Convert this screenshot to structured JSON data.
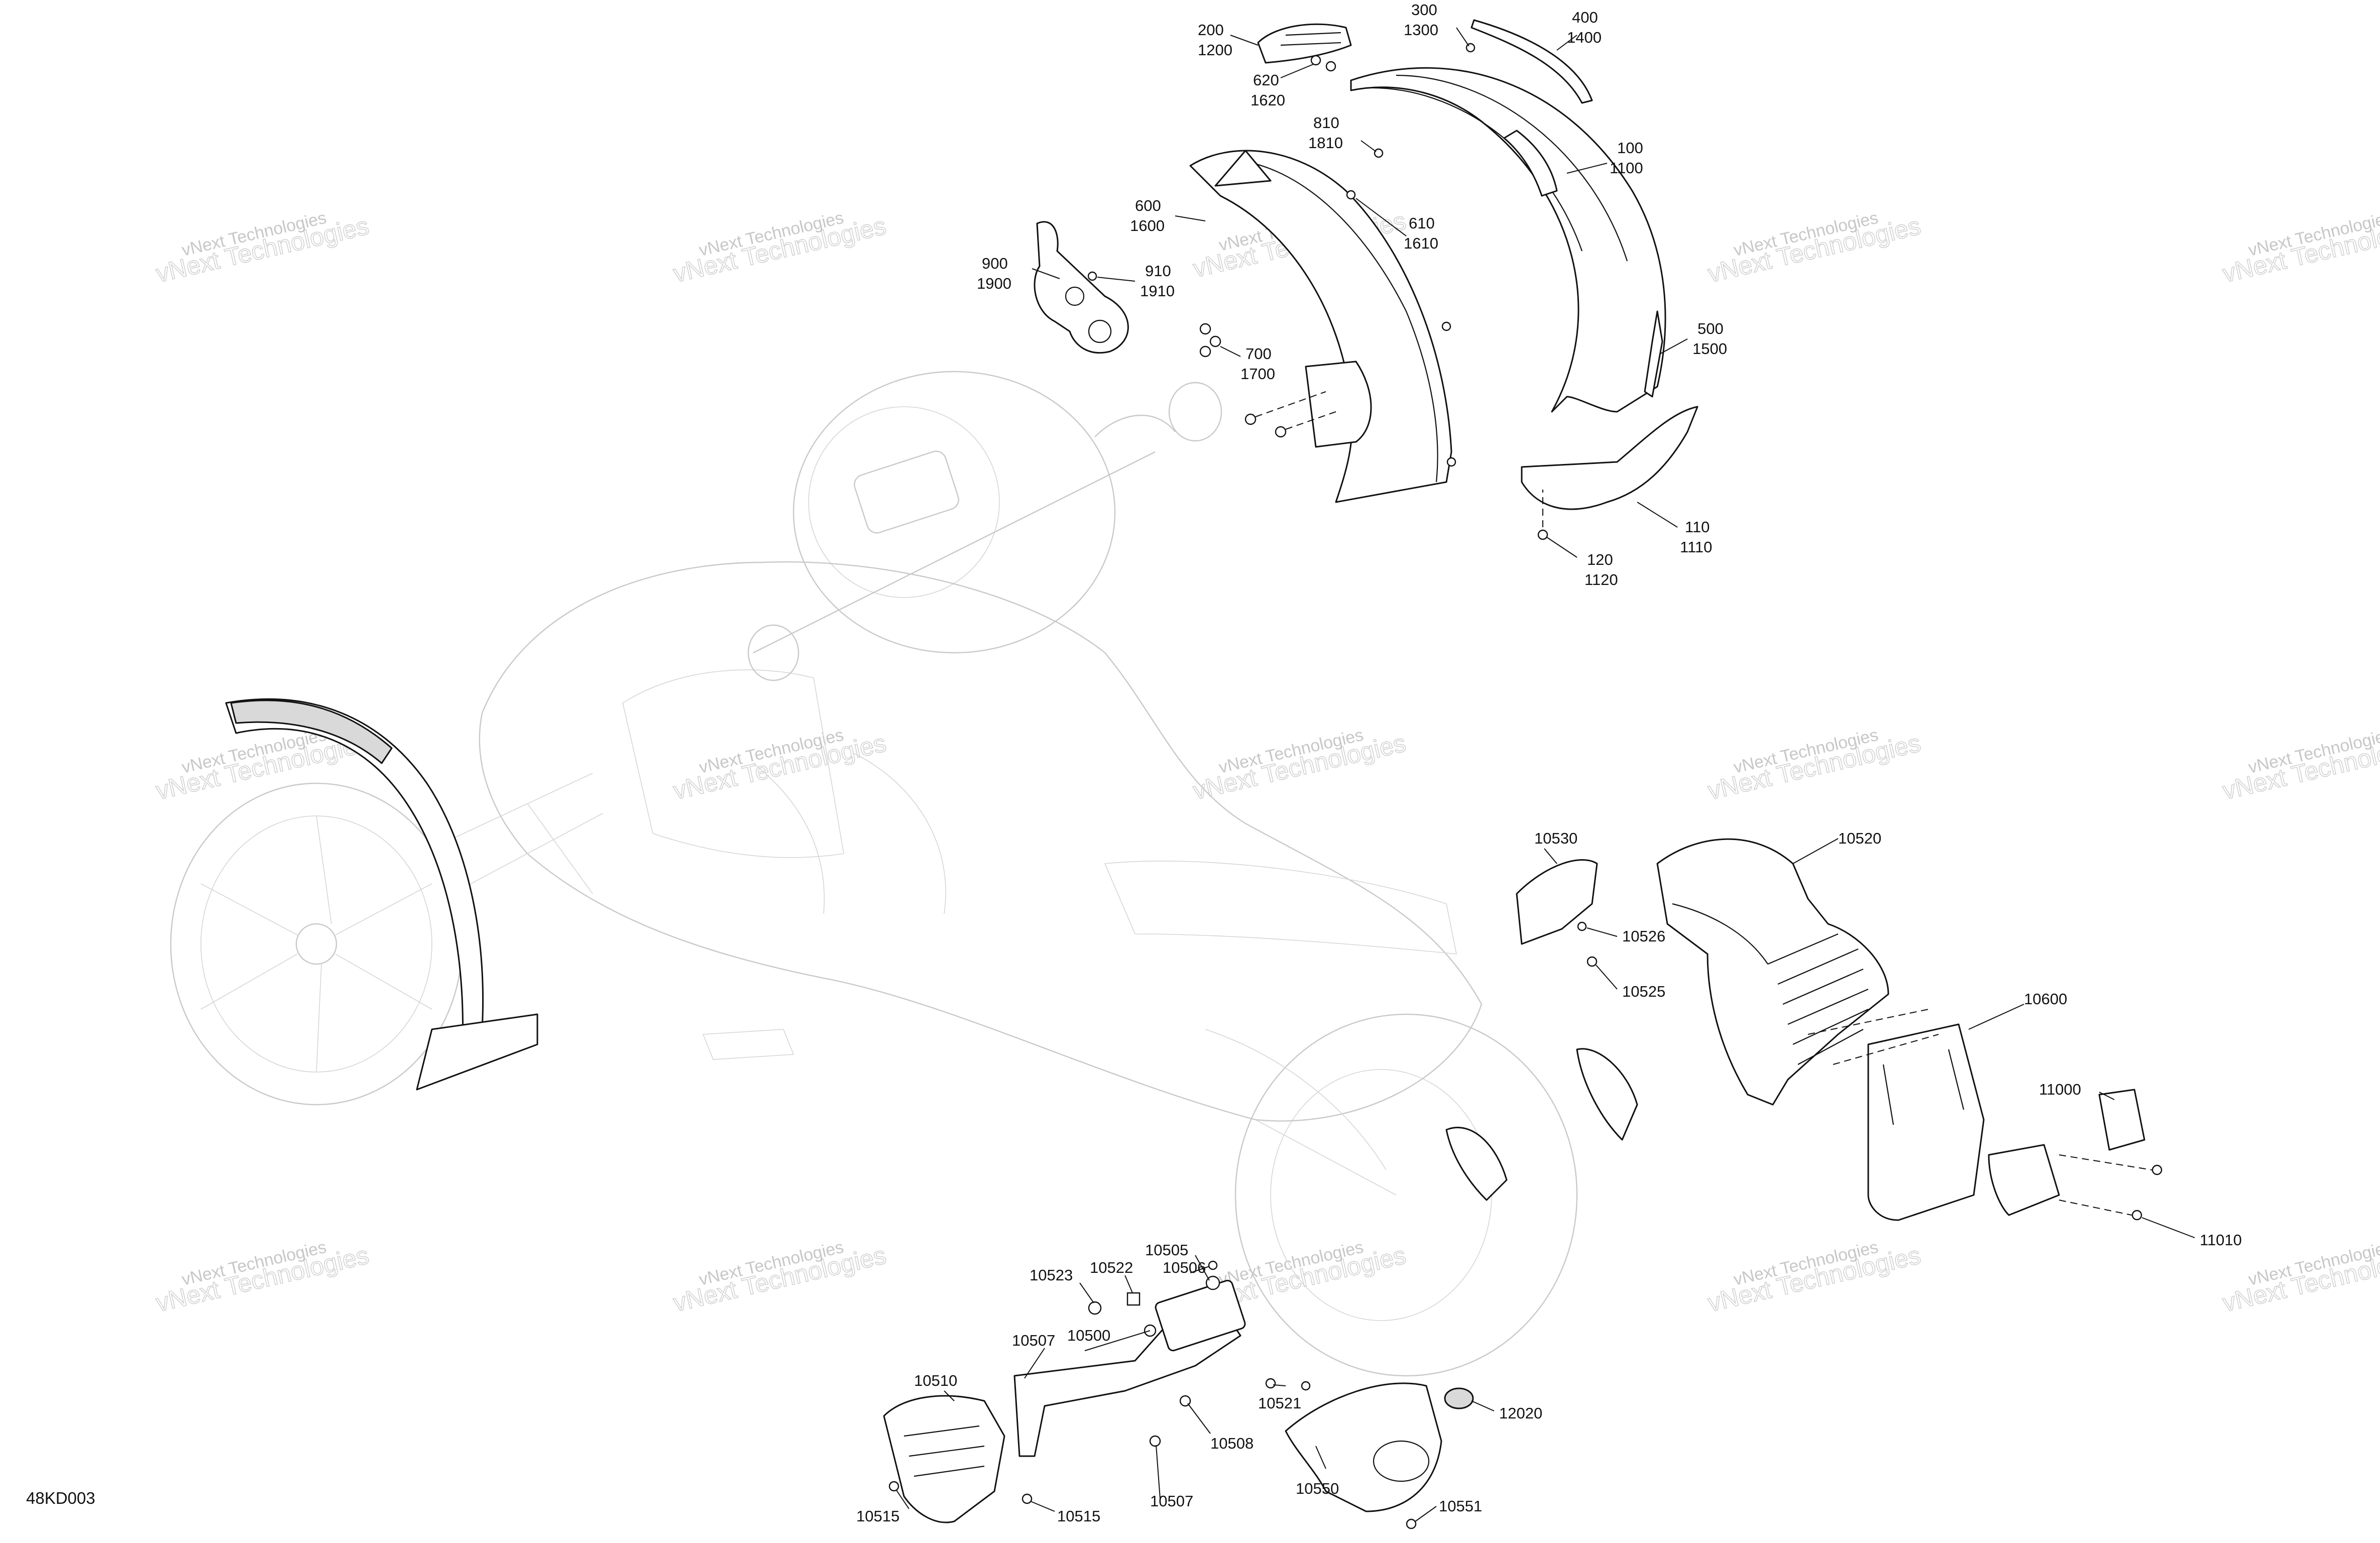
{
  "diagram_code": "48KD003",
  "watermark": {
    "line1": "vNext Technologies",
    "line2": "vNext Technologies"
  },
  "labels": {
    "l200": "200",
    "l1200": "1200",
    "l300": "300",
    "l1300": "1300",
    "l400": "400",
    "l1400": "1400",
    "l620": "620",
    "l1620": "1620",
    "l810": "810",
    "l1810": "1810",
    "l100": "100",
    "l1100": "1100",
    "l600": "600",
    "l1600": "1600",
    "l610": "610",
    "l1610": "1610",
    "l900": "900",
    "l1900": "1900",
    "l910": "910",
    "l1910": "1910",
    "l500": "500",
    "l1500": "1500",
    "l700": "700",
    "l1700": "1700",
    "l110": "110",
    "l1110": "1110",
    "l120": "120",
    "l1120": "1120",
    "l10530": "10530",
    "l10520": "10520",
    "l10526": "10526",
    "l10525": "10525",
    "l10600": "10600",
    "l11000": "11000",
    "l11010": "11010",
    "l10506": "10506",
    "l10505": "10505",
    "l10523": "10523",
    "l10522": "10522",
    "l10507a": "10507",
    "l10500": "10500",
    "l10510": "10510",
    "l10521": "10521",
    "l10508": "10508",
    "l12020": "12020",
    "l10550": "10550",
    "l10551": "10551",
    "l10507b": "10507",
    "l10515a": "10515",
    "l10515b": "10515"
  }
}
